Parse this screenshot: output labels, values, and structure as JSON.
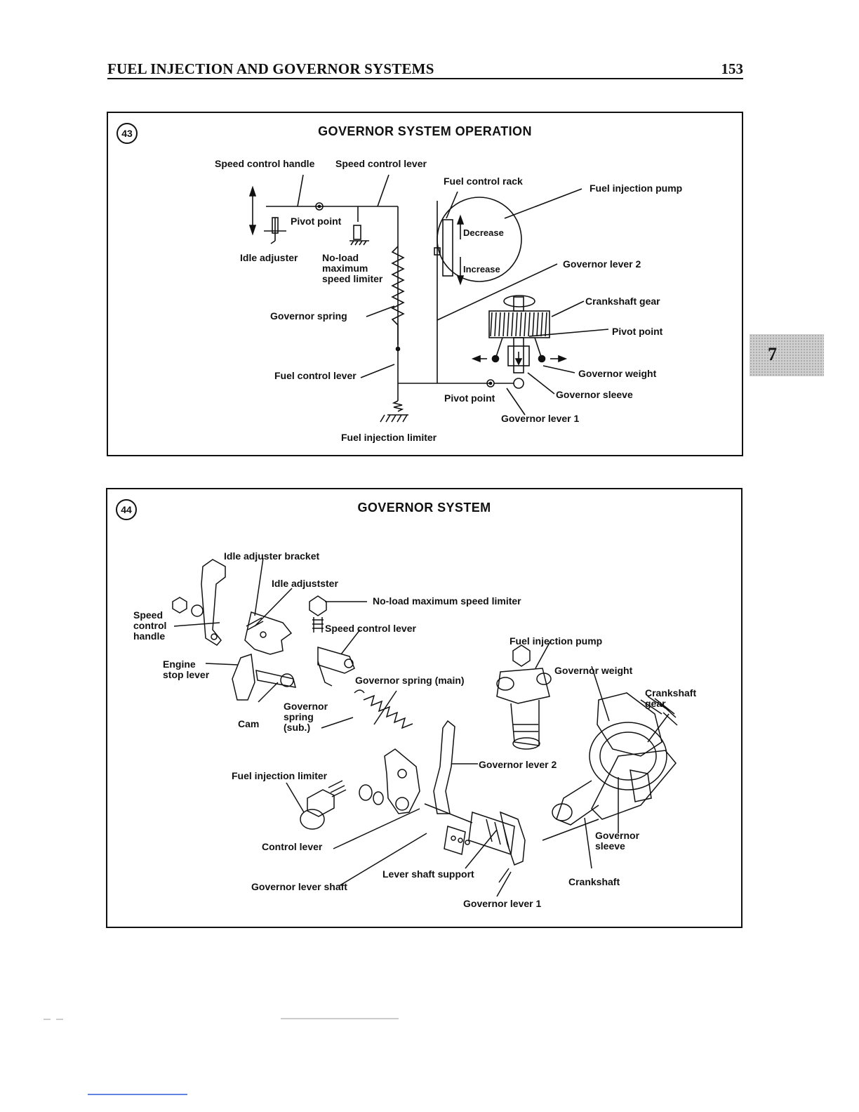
{
  "header": {
    "title": "FUEL INJECTION AND GOVERNOR SYSTEMS",
    "page_number": "153"
  },
  "tab": {
    "label": "7"
  },
  "figure43": {
    "number": "43",
    "title": "GOVERNOR SYSTEM OPERATION",
    "labels": {
      "speed_control_handle": "Speed control handle",
      "speed_control_lever": "Speed control lever",
      "fuel_control_rack": "Fuel control rack",
      "fuel_injection_pump": "Fuel injection pump",
      "pivot_point_top": "Pivot point",
      "decrease": "Decrease",
      "increase": "Increase",
      "idle_adjuster": "Idle adjuster",
      "no_load_1": "No-load",
      "no_load_2": "maximum",
      "no_load_3": "speed limiter",
      "governor_lever_2": "Governor lever 2",
      "crankshaft_gear": "Crankshaft gear",
      "governor_spring": "Governor spring",
      "pivot_point_right": "Pivot point",
      "governor_weight": "Governor weight",
      "fuel_control_lever": "Fuel control lever",
      "governor_sleeve": "Governor sleeve",
      "pivot_point_bottom": "Pivot point",
      "governor_lever_1": "Governor lever 1",
      "fuel_injection_limiter": "Fuel injection limiter"
    }
  },
  "figure44": {
    "number": "44",
    "title": "GOVERNOR SYSTEM",
    "labels": {
      "idle_adjuster_bracket": "Idle adjuster bracket",
      "idle_adjuster": "Idle adjustster",
      "no_load_max_speed_limiter": "No-load maximum speed limiter",
      "speed_control_handle_1": "Speed",
      "speed_control_handle_2": "control",
      "speed_control_handle_3": "handle",
      "speed_control_lever": "Speed control lever",
      "fuel_injection_pump": "Fuel injection pump",
      "engine_stop_lever_1": "Engine",
      "engine_stop_lever_2": "stop lever",
      "governor_weight": "Governor weight",
      "governor_spring_main": "Governor spring (main)",
      "crankshaft_gear_1": "Crankshaft",
      "crankshaft_gear_2": "gear",
      "governor_spring_sub_1": "Governor",
      "governor_spring_sub_2": "spring",
      "governor_spring_sub_3": "(sub.)",
      "cam": "Cam",
      "governor_lever_2": "Governor lever 2",
      "fuel_injection_limiter": "Fuel injection limiter",
      "governor_sleeve_1": "Governor",
      "governor_sleeve_2": "sleeve",
      "control_lever": "Control lever",
      "lever_shaft_support": "Lever shaft support",
      "crankshaft": "Crankshaft",
      "governor_lever_shaft": "Governor lever shaft",
      "governor_lever_1": "Governor lever 1"
    }
  }
}
